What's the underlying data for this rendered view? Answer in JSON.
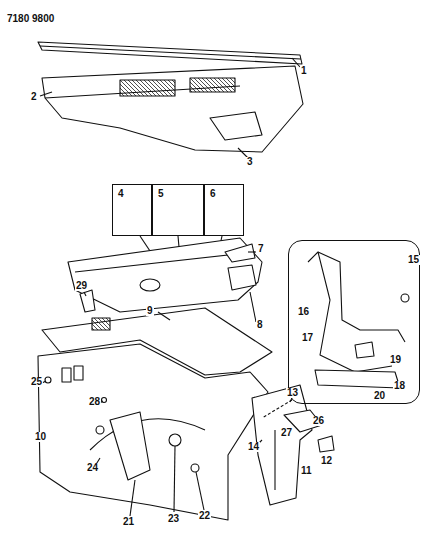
{
  "diagram": {
    "nodes": [
      {
        "text": [
          "4"
        ]
      },
      {
        "text": [
          "5"
        ]
      },
      {
        "text": [
          "6"
        ]
      },
      {
        "text": [
          "15",
          "16",
          "17",
          "19",
          "18",
          "20"
        ]
      }
    ],
    "edges": [],
    "labels": [
      "7180 9800",
      "1",
      "2",
      "3",
      "7",
      "8",
      "9",
      "29",
      "25",
      "10",
      "28",
      "24",
      "21",
      "23",
      "22",
      "14",
      "13",
      "26",
      "27",
      "12",
      "11"
    ]
  }
}
